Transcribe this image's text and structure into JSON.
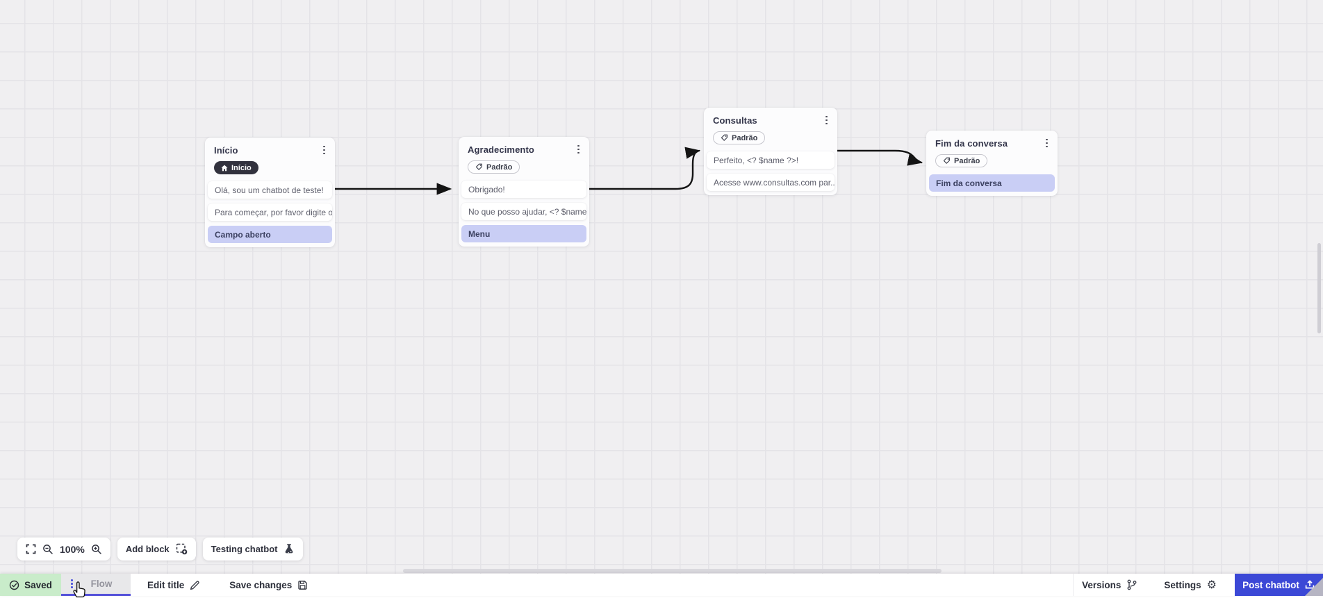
{
  "canvas": {
    "nodes": [
      {
        "title": "Início",
        "badge": "Início",
        "cards": [
          {
            "text": "Olá, sou um chatbot de teste!"
          },
          {
            "text": "Para começar, por favor digite o ..."
          },
          {
            "text": "Campo aberto"
          }
        ]
      },
      {
        "title": "Agradecimento",
        "badge": "Padrão",
        "cards": [
          {
            "text": "Obrigado!"
          },
          {
            "text": "No que posso ajudar, <? $name ..."
          },
          {
            "text": "Menu"
          }
        ]
      },
      {
        "title": "Consultas",
        "badge": "Padrão",
        "cards": [
          {
            "text": "Perfeito, <? $name ?>!"
          },
          {
            "text": "Acesse www.consultas.com par..."
          }
        ]
      },
      {
        "title": "Fim da conversa",
        "badge": "Padrão",
        "cards": [
          {
            "text": "Fim da conversa"
          }
        ]
      }
    ]
  },
  "toolbar": {
    "zoom_level": "100%",
    "add_block": "Add block",
    "testing_chatbot": "Testing chatbot"
  },
  "statusbar": {
    "saved": "Saved",
    "flow_tab": "Flow",
    "edit_title": "Edit title",
    "save_changes": "Save changes",
    "versions": "Versions",
    "settings": "Settings",
    "post_chatbot": "Post chatbot"
  },
  "colors": {
    "accent": "#3b48d6",
    "tab_underline": "#5552d9",
    "lavender_card": "#c9cef5",
    "saved_green": "#c9ecca",
    "dark_badge": "#32323e",
    "connection": "#141414"
  }
}
